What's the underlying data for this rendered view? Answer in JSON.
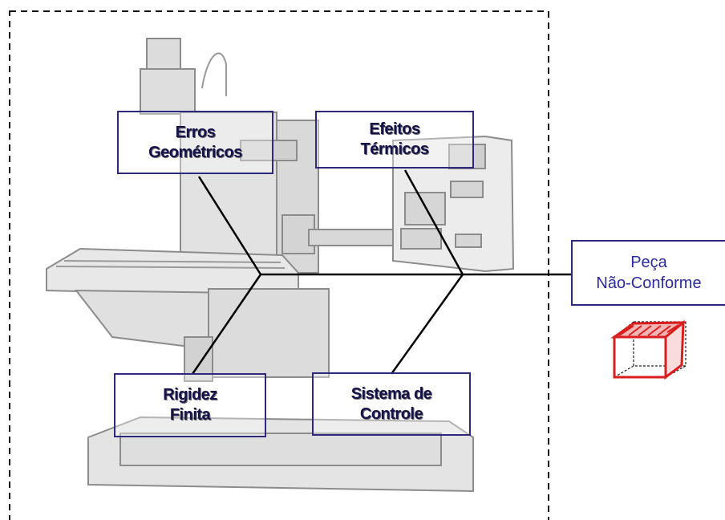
{
  "causes": {
    "geometric_errors": "Erros\nGeométricos",
    "thermal_effects": "Efeitos\nTérmicos",
    "finite_rigidity": "Rigidez\nFinita",
    "control_system": "Sistema de\nControle"
  },
  "effect": {
    "label": "Peça\nNão-Conforme"
  },
  "colors": {
    "box_border": "#2e2a7a",
    "cause_text": "#14124a",
    "effect_text": "#2b2b9b",
    "fishbone_line": "#000000",
    "part_edge": "#d81e1e"
  }
}
